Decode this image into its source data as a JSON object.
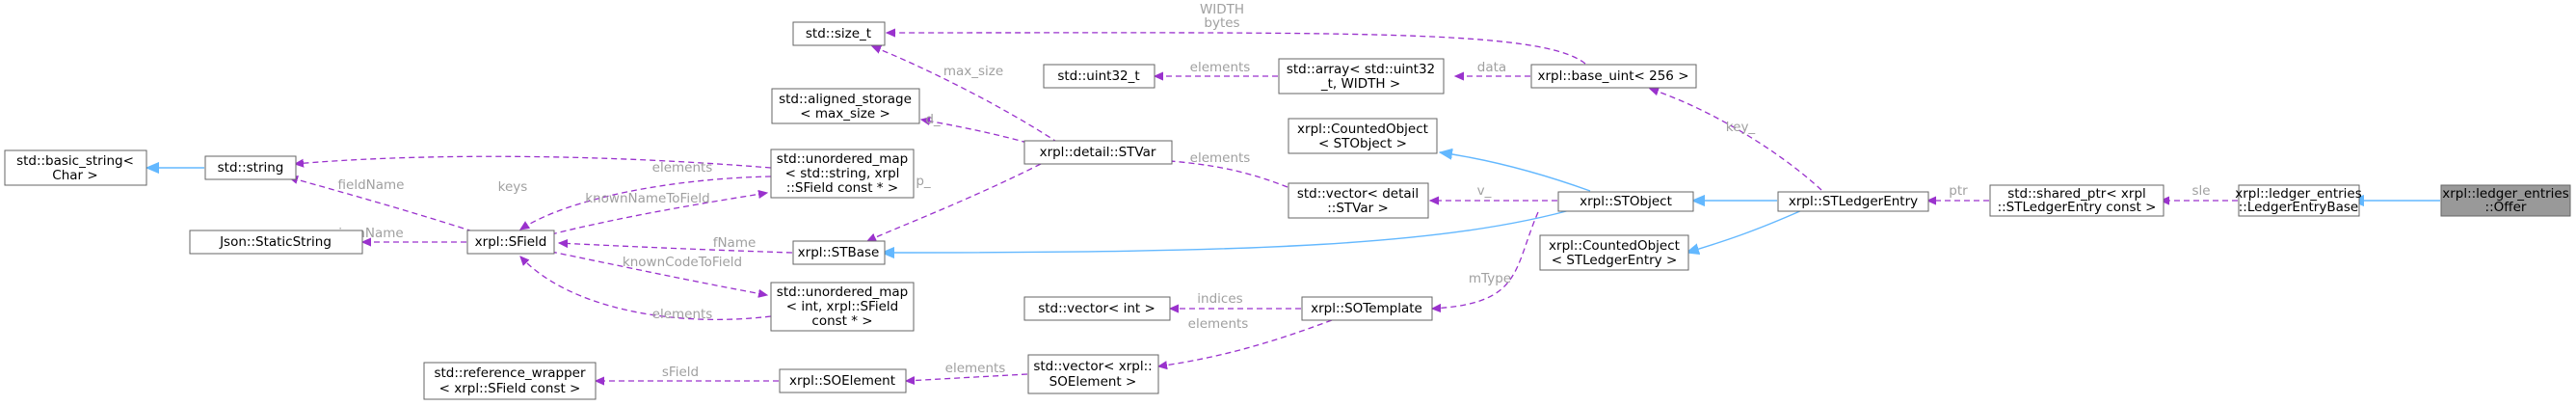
{
  "nodes": {
    "offer": [
      "xrpl::ledger_entries",
      "::Offer"
    ],
    "ledger_entry_base": [
      "xrpl::ledger_entries",
      "::LedgerEntryBase"
    ],
    "shared_ptr": [
      "std::shared_ptr< xrpl",
      "::STLedgerEntry const >"
    ],
    "st_ledger_entry": [
      "xrpl::STLedgerEntry"
    ],
    "st_object": [
      "xrpl::STObject"
    ],
    "counted_ledger_entry": [
      "xrpl::CountedObject",
      "< STLedgerEntry >"
    ],
    "base_uint": [
      "xrpl::base_uint< 256 >"
    ],
    "std_array": [
      "std::array< std::uint32",
      "_t, WIDTH >"
    ],
    "uint32": [
      "std::uint32_t"
    ],
    "size_t": [
      "std::size_t"
    ],
    "counted_stobject": [
      "xrpl::CountedObject",
      "< STObject >"
    ],
    "vector_stvar": [
      "std::vector< detail",
      "::STVar >"
    ],
    "stvar": [
      "xrpl::detail::STVar"
    ],
    "aligned_storage": [
      "std::aligned_storage",
      "< max_size >"
    ],
    "stbase": [
      "xrpl::STBase"
    ],
    "sotemplate": [
      "xrpl::SOTemplate"
    ],
    "vector_int": [
      "std::vector< int >"
    ],
    "vector_soelement": [
      "std::vector< xrpl::",
      "SOElement >"
    ],
    "soelement": [
      "xrpl::SOElement"
    ],
    "reference_wrapper": [
      "std::reference_wrapper",
      "< xrpl::SField const >"
    ],
    "sfield": [
      "xrpl::SField"
    ],
    "std_string": [
      "std::string"
    ],
    "basic_string": [
      "std::basic_string<",
      "Char >"
    ],
    "json_static": [
      "Json::StaticString"
    ],
    "umap_string": [
      "std::unordered_map",
      "< std::string, xrpl",
      "::SField const * >"
    ],
    "umap_int": [
      "std::unordered_map",
      "< int, xrpl::SField",
      "const * >"
    ]
  },
  "edges": {
    "sle": "sle",
    "ptr": "ptr",
    "key": "key_",
    "data": "data",
    "elements_array": "elements",
    "width_bytes": [
      "WIDTH",
      "bytes"
    ],
    "max_size": "max_size",
    "d": "d_",
    "p": "p_",
    "elements_vec": "elements",
    "v": "v_",
    "mtype": "mType",
    "indices": "indices",
    "elements_sotpl": "elements",
    "elements_soel": "elements",
    "sfield": "sField",
    "fname": "fName",
    "fieldname": "fieldName",
    "jsonname": "jsonName",
    "keys": "keys",
    "elements_umap1": "elements",
    "known_name": "knownNameToField",
    "known_code": "knownCodeToField",
    "elements_umap2": "elements"
  },
  "colors": {
    "inheritance": "#63b8ff",
    "usage": "#9a32cd",
    "label": "#a0a0a0",
    "highlight_fill": "#999999"
  }
}
